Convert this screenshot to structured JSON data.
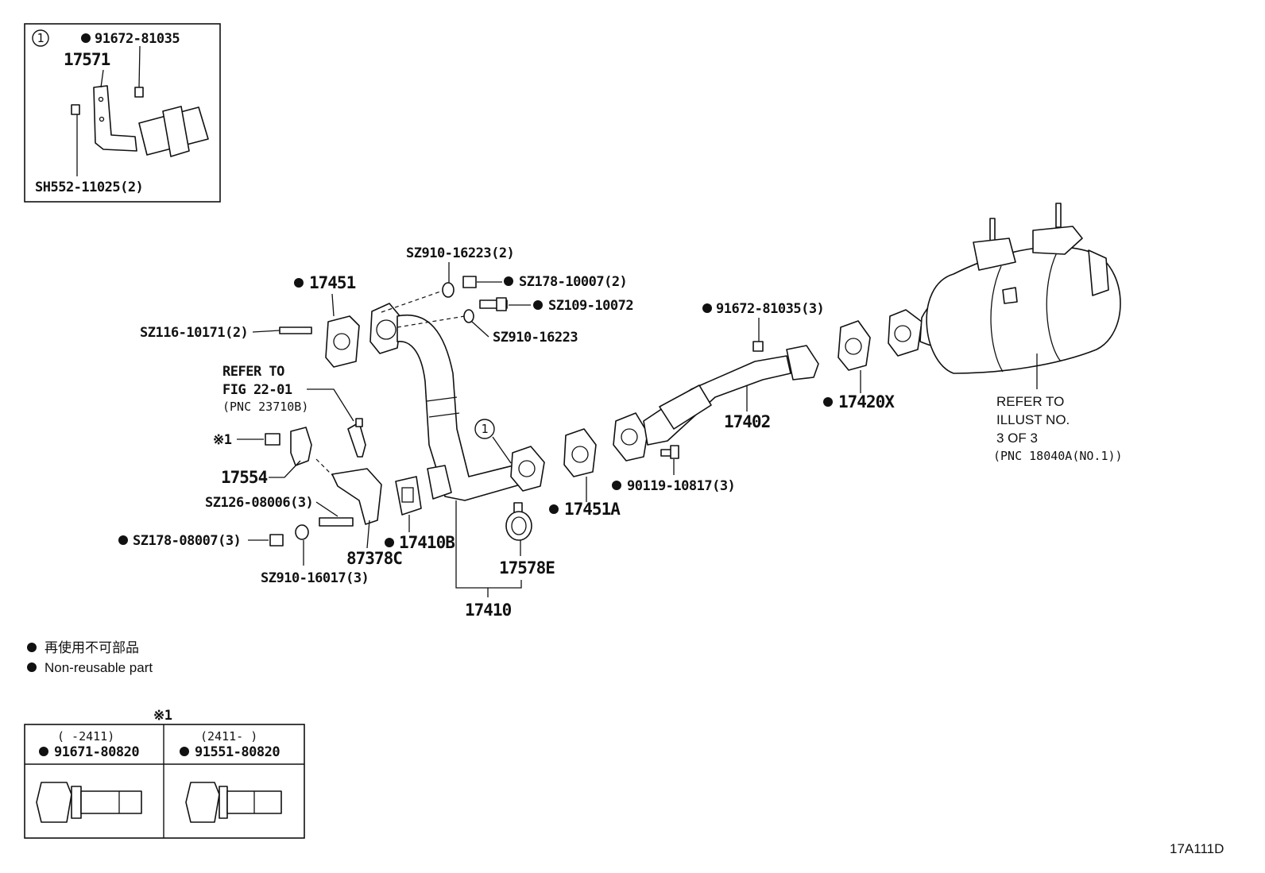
{
  "inset": {
    "callout": "1",
    "labels": {
      "bolt_top": "91672-81035",
      "bracket": "17571",
      "bolt_bottom": "SH552-11025(2)"
    }
  },
  "labels": {
    "l17451": "17451",
    "lsz116": "SZ116-10171(2)",
    "lsz910a": "SZ910-16223(2)",
    "lsz178a": "SZ178-10007(2)",
    "lsz109": "SZ109-10072",
    "lsz910b": "SZ910-16223",
    "lrefer1": "REFER TO",
    "lrefer2": "FIG 22-01",
    "lrefer3": "(PNC 23710B)",
    "lnote1": "※1",
    "l17554": "17554",
    "lsz126": "SZ126-08006(3)",
    "lsz178b": "SZ178-08007(3)",
    "l87378": "87378C",
    "lsz910c": "SZ910-16017(3)",
    "l17410b": "17410B",
    "lcallout": "1",
    "l17578": "17578E",
    "l17410": "17410",
    "l17451a": "17451A",
    "l90119": "90119-10817(3)",
    "l91672": "91672-81035(3)",
    "l17402": "17402",
    "l17420": "17420X",
    "lrefer4": "REFER TO",
    "lrefer5": "ILLUST NO.",
    "lrefer6": "3 OF 3",
    "lrefer7": "(PNC 18040A(NO.1))"
  },
  "legend": {
    "jp": "再使用不可部品",
    "en": "Non-reusable part"
  },
  "bolt_table": {
    "note": "※1",
    "col1_range": "(     -2411)",
    "col1_part": "91671-80820",
    "col2_range": "(2411-      )",
    "col2_part": "91551-80820"
  },
  "figure_code": "17A111D"
}
